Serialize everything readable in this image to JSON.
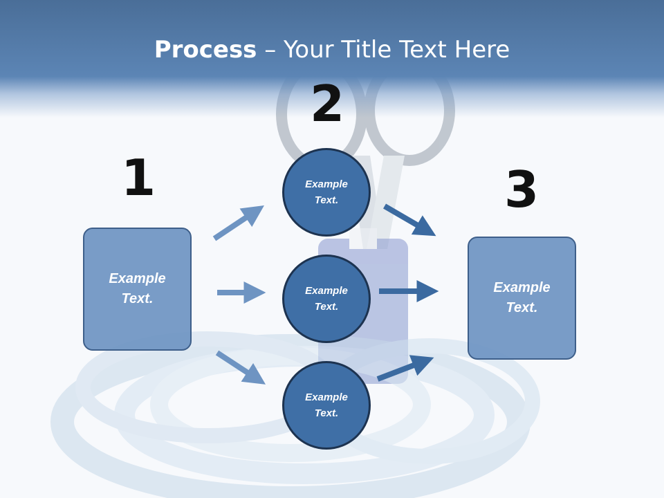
{
  "slide": {
    "title_bold": "Process",
    "title_rest": " – Your Title Text Here",
    "step_numbers": [
      "1",
      "2",
      "3"
    ],
    "left_box_text": "Example Text.",
    "right_box_text": "Example Text.",
    "circles": [
      "Example Text.",
      "Example Text.",
      "Example Text."
    ]
  },
  "colors": {
    "header": "#4a6e98",
    "box_fill": "#6e94c2",
    "circle_fill": "#3f6fa6",
    "arrow_light": "#6e94c2",
    "arrow_dark": "#3b6aa0"
  }
}
